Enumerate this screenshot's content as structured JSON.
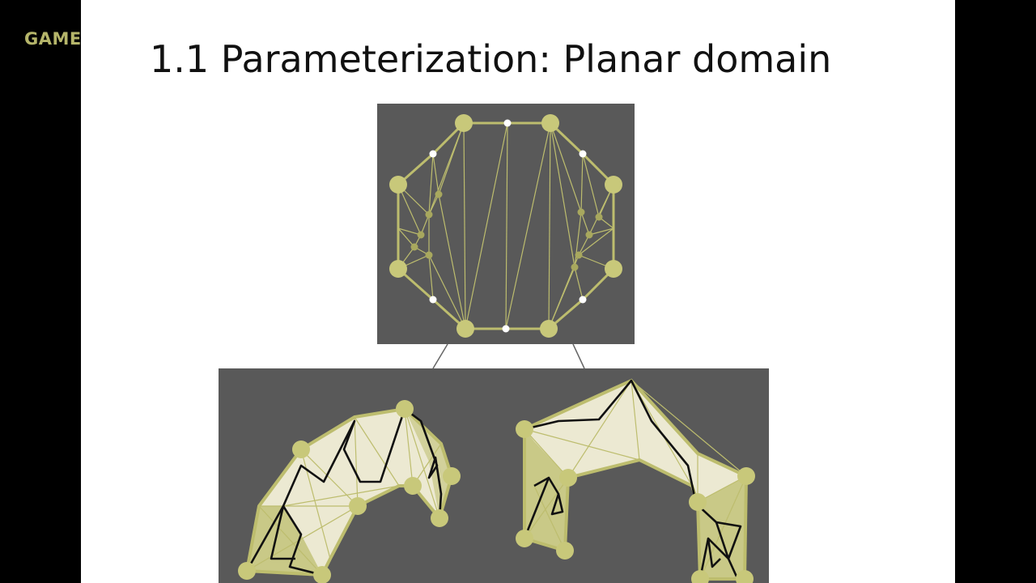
{
  "slide": {
    "brand": "GAME",
    "title": "1.1 Parameterization: Planar domain"
  },
  "colors": {
    "background": "#000000",
    "slide": "#ffffff",
    "panel": "#595959",
    "mesh": "#bdbd6e",
    "boundary_vertex": "#c8c87a",
    "interior_vertex": "#ffffff",
    "seam": "#111111",
    "brand": "#b5b56a"
  },
  "icons": {
    "top_panel": "planar-mesh-diagram",
    "bottom_panel": "3d-surface-mesh-diagram"
  }
}
